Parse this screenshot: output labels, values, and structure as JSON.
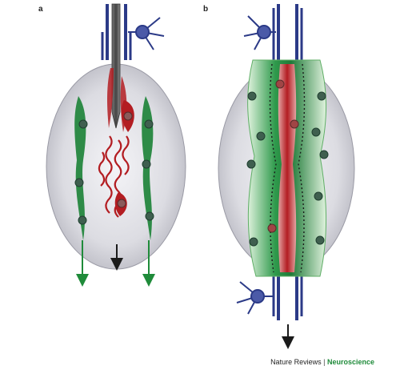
{
  "panels": [
    {
      "label": "a"
    },
    {
      "label": "b"
    }
  ],
  "credit": {
    "journal": "Nature Reviews",
    "separator": "|",
    "section": "Neuroscience"
  },
  "colors": {
    "ellipse": "#d9d9df",
    "axon_blue": "#2b3a87",
    "neuron_soma": "#4b5aa8",
    "glia_green": "#2e8b47",
    "glia_light": "#9fd49f",
    "red_cell": "#b31d22",
    "nucleus": "#3f5f4f",
    "arrow": "#1a1a1a"
  }
}
